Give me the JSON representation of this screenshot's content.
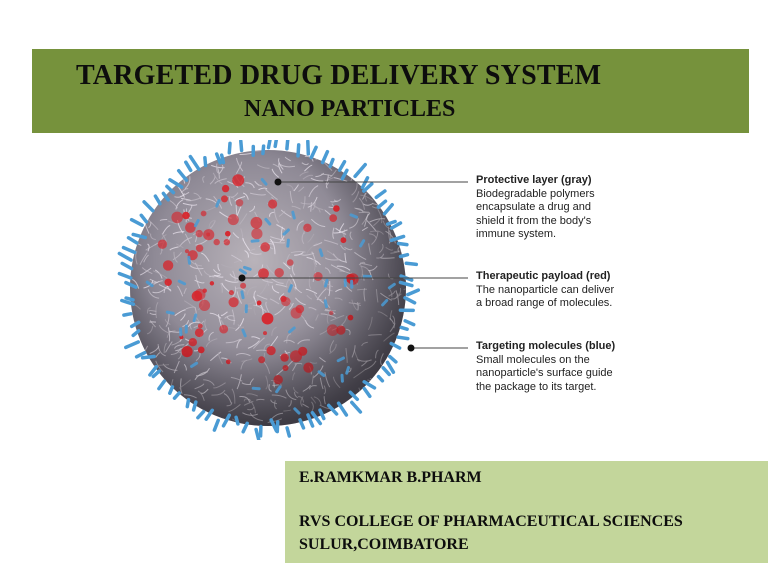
{
  "slide": {
    "title_line1": "TARGETED DRUG DELIVERY SYSTEM",
    "title_line2": "NANO PARTICLES"
  },
  "figure": {
    "labels": [
      {
        "heading": "Protective layer (gray)",
        "description": "Biodegradable polymers\nencapsulate a drug and\nshield it from the body's\nimmune system."
      },
      {
        "heading": "Therapeutic payload (red)",
        "description": "The nanoparticle can deliver\na broad range of molecules."
      },
      {
        "heading": "Targeting molecules (blue)",
        "description": "Small molecules on the\nnanoparticle's surface guide\nthe package to its target."
      }
    ],
    "colors": {
      "protective_layer": "#9a9aa4",
      "payload": "#d8232a",
      "targeting": "#4a9bd4"
    }
  },
  "info": {
    "author": "E.RAMKMAR B.PHARM",
    "institution": "RVS COLLEGE OF PHARMACEUTICAL SCIENCES",
    "location": "SULUR,COIMBATORE"
  },
  "theme": {
    "title_bar_color": "#76923c",
    "info_box_color": "#c3d69b"
  }
}
